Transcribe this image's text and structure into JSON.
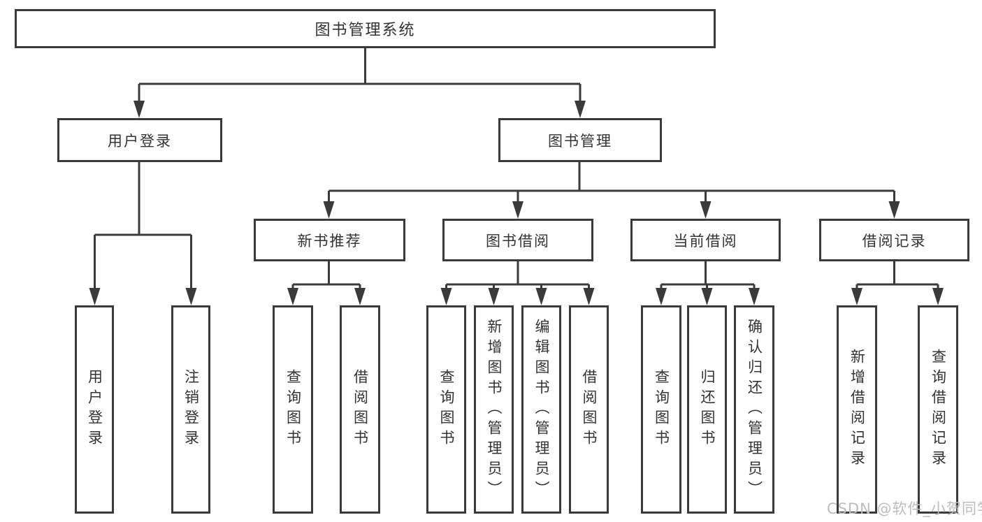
{
  "page": {
    "background": "#ffffff",
    "line_color": "#3a3a3a",
    "text_color": "#333333"
  },
  "watermark": {
    "text": "CSDN @软件_小贺同学",
    "color": "#bdbdbd"
  },
  "tree": {
    "root": "图书管理系统",
    "level2": {
      "user_login": "用户登录",
      "book_mgmt": "图书管理"
    },
    "level3": {
      "new_book": "新书推荐",
      "borrow": "图书借阅",
      "current": "当前借阅",
      "records": "借阅记录"
    },
    "leaves": {
      "login": "用户登录",
      "logout": "注销登录",
      "nb_query": "查询图书",
      "nb_borrow": "借阅图书",
      "bw_query": "查询图书",
      "bw_add": "新增图书（管理员）",
      "bw_edit": "编辑图书（管理员）",
      "bw_borrow": "借阅图书",
      "cur_query": "查询图书",
      "cur_return": "归还图书",
      "cur_confirm": "确认归还（管理员）",
      "rec_add": "新增借阅记录",
      "rec_query": "查询借阅记录"
    }
  }
}
